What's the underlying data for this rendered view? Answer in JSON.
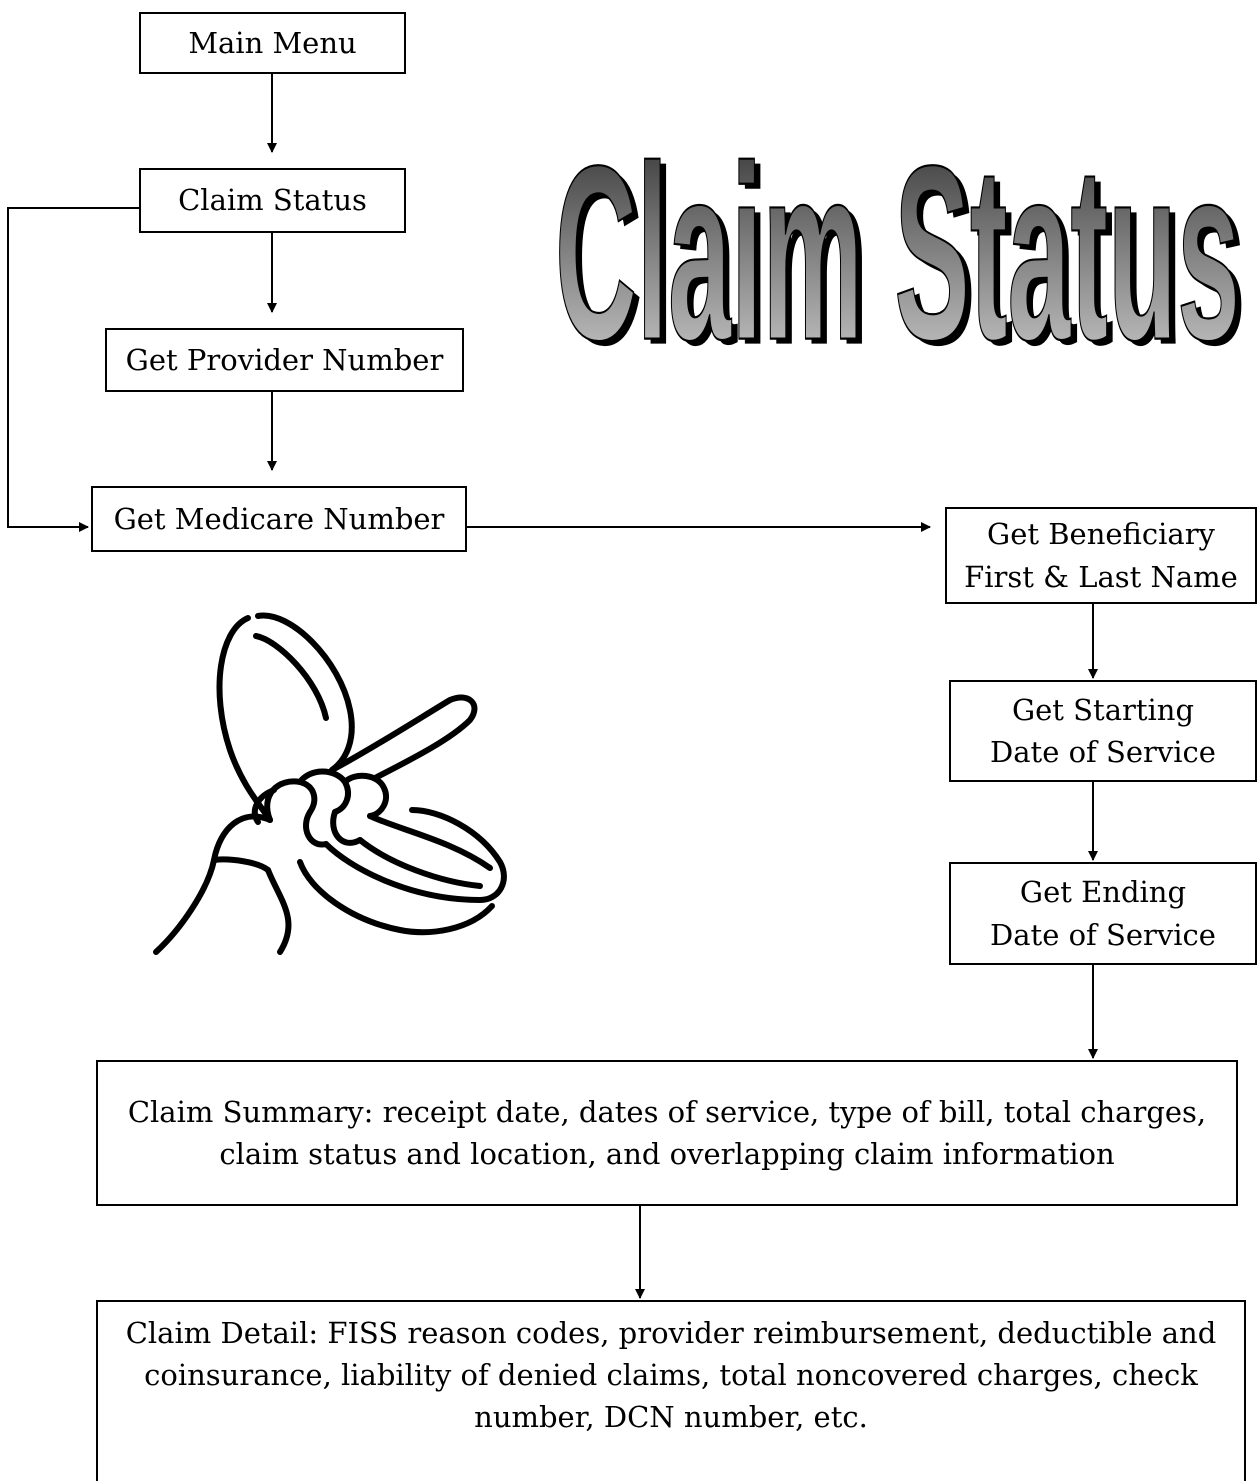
{
  "title": "Claim Status",
  "boxes": {
    "main_menu": "Main Menu",
    "claim_status": "Claim Status",
    "provider": "Get Provider Number",
    "medicare": "Get Medicare Number",
    "beneficiary": [
      "Get Beneficiary",
      "First & Last Name"
    ],
    "start_date": [
      "Get Starting",
      "Date of Service"
    ],
    "end_date": [
      "Get Ending",
      "Date of Service"
    ],
    "summary": [
      "Claim Summary: receipt date, dates of service, type of bill, total charges,",
      "claim status and location, and overlapping claim information"
    ],
    "detail": [
      "Claim Detail: FISS reason codes, provider reimbursement, deductible and",
      "coinsurance, liability of denied claims, total noncovered charges, check",
      "number, DCN number, etc."
    ]
  },
  "icons": {
    "phone": "telephone-handset-icon"
  }
}
